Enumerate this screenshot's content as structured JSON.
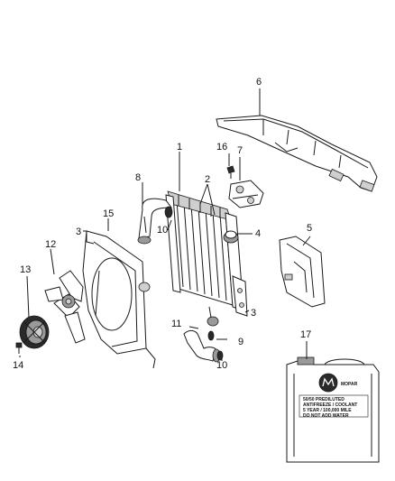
{
  "callouts": {
    "c1": "1",
    "c2": "2",
    "c3a": "3",
    "c3b": "3",
    "c4": "4",
    "c5": "5",
    "c6": "6",
    "c7": "7",
    "c8": "8",
    "c9": "9",
    "c10a": "10",
    "c10b": "10",
    "c11": "11",
    "c12": "12",
    "c13": "13",
    "c14": "14",
    "c15": "15",
    "c16": "16",
    "c17": "17"
  },
  "jug": {
    "brand": "MOPAR",
    "line1": "50/50 PREDILUTED",
    "line2": "ANTIFREEZE / COOLANT",
    "line3": "5 YEAR / 100,000 MILE",
    "line4": "DO NOT ADD WATER"
  }
}
